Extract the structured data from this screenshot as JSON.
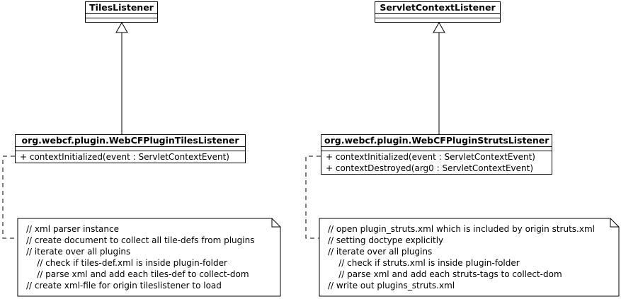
{
  "diagram": {
    "type": "uml-class-diagram",
    "colors": {
      "line": "#000000",
      "background": "#ffffff",
      "box_fill": "#ffffff",
      "text": "#000000"
    },
    "classes": [
      {
        "name": "TilesListener",
        "attributes": [],
        "methods": []
      },
      {
        "name": "ServletContextListener",
        "attributes": [],
        "methods": []
      },
      {
        "name": "org.webcf.plugin.WebCFPluginTilesListener",
        "attributes": [],
        "methods": [
          "+ contextInitialized(event : ServletContextEvent)"
        ]
      },
      {
        "name": "org.webcf.plugin.WebCFPluginStrutsListener",
        "attributes": [],
        "methods": [
          "+ contextInitialized(event : ServletContextEvent)",
          "+ contextDestroyed(arg0 : ServletContextEvent)"
        ]
      }
    ],
    "notes": [
      {
        "attached_to": "org.webcf.plugin.WebCFPluginTilesListener",
        "lines": [
          "// xml parser instance",
          "// create document to collect all tile-defs from plugins",
          "// iterate over all plugins",
          "    // check if tiles-def.xml is inside plugin-folder",
          "    // parse xml and add each tiles-def to collect-dom",
          "// create xml-file for origin tileslistener to load"
        ]
      },
      {
        "attached_to": "org.webcf.plugin.WebCFPluginStrutsListener",
        "lines": [
          "// open plugin_struts.xml which is included by origin struts.xml",
          "// setting doctype explicitly",
          "// iterate over all plugins",
          "    // check if struts.xml is inside plugin-folder",
          "    // parse xml and add each struts-tags to collect-dom",
          "// write out plugins_struts.xml"
        ]
      }
    ],
    "relationships": [
      {
        "type": "generalization",
        "from": "org.webcf.plugin.WebCFPluginTilesListener",
        "to": "TilesListener"
      },
      {
        "type": "generalization",
        "from": "org.webcf.plugin.WebCFPluginStrutsListener",
        "to": "ServletContextListener"
      },
      {
        "type": "note-attachment",
        "from": "note-tiles",
        "to": "org.webcf.plugin.WebCFPluginTilesListener"
      },
      {
        "type": "note-attachment",
        "from": "note-struts",
        "to": "org.webcf.plugin.WebCFPluginStrutsListener"
      }
    ]
  }
}
